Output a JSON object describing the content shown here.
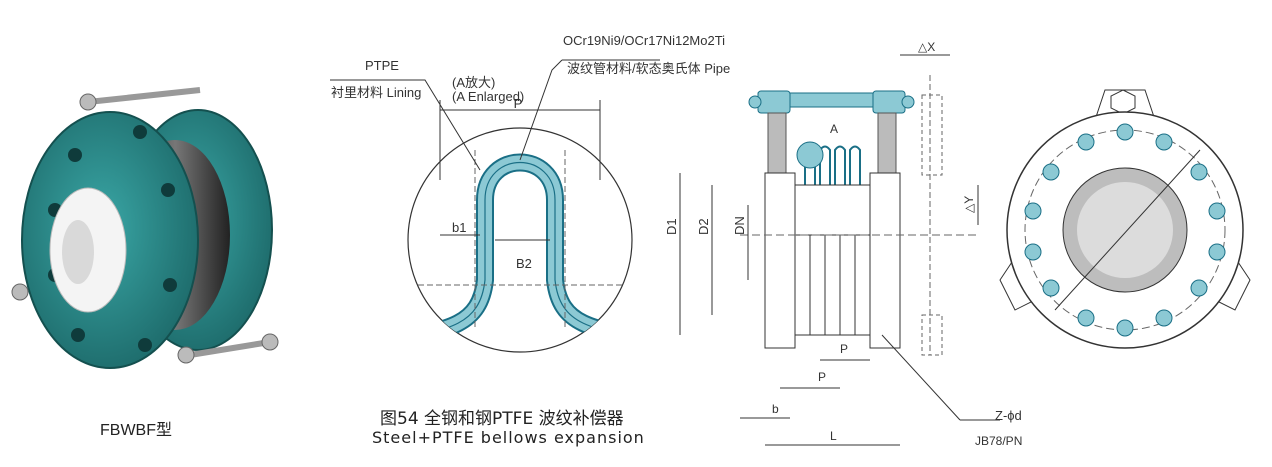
{
  "product_label": "FBWBF型",
  "caption_cn": "图54 全钢和钢PTFE 波纹补偿器",
  "caption_en": "Steel+PTFE bellows expansion",
  "detail": {
    "lining_label_en": "PTPE",
    "lining_label_cn": "衬里材料 Lining",
    "enlarged_cn": "(A放大)",
    "enlarged_en": "(A Enlarged)",
    "pipe_material": "OCr19Ni9/OCr17Ni12Mo2Ti",
    "pipe_label": "波纹管材料/软态奥氏体 Pipe",
    "dim_p": "P",
    "dim_b1": "b1",
    "dim_b2": "B2"
  },
  "section": {
    "dim_dx": "△X",
    "dim_dy": "△Y",
    "dim_a": "A",
    "dim_d1": "D1",
    "dim_d2": "D2",
    "dim_dn": "DN",
    "dim_p1": "P",
    "dim_p2": "P",
    "dim_b": "b",
    "dim_l": "L",
    "bolt_spec": "Z-ϕd",
    "standard": "JB78/PN"
  },
  "colors": {
    "flange": "#2f8f8c",
    "teal_light": "#8cc9d4",
    "bellows_line": "#1a6f86",
    "line": "#333333"
  }
}
